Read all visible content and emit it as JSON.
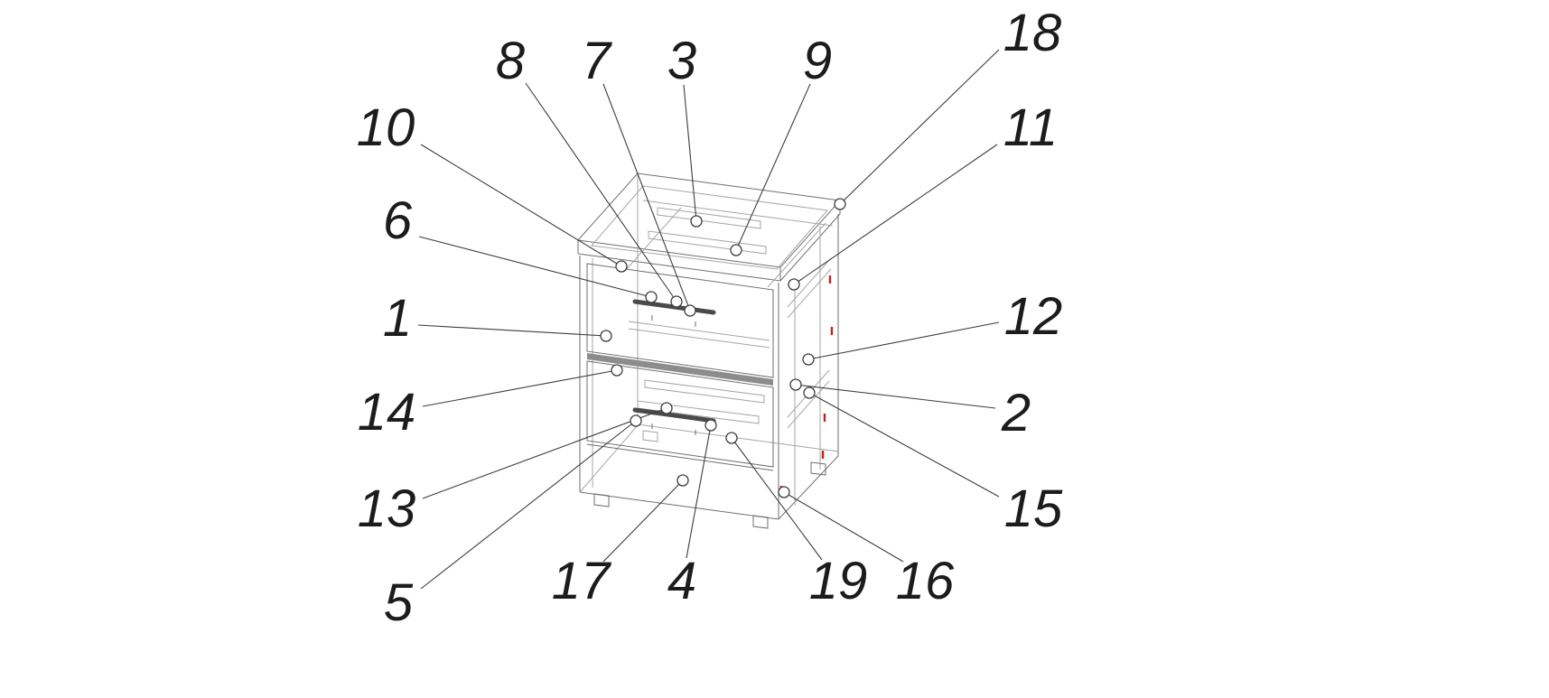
{
  "drawing": {
    "type": "furniture-assembly-diagram",
    "callout_labels": [
      "1",
      "2",
      "3",
      "4",
      "5",
      "6",
      "7",
      "8",
      "9",
      "10",
      "11",
      "12",
      "13",
      "14",
      "15",
      "16",
      "17",
      "18",
      "19"
    ],
    "colors": {
      "line": "#6f6f6f",
      "leader": "#3c3c3c",
      "label_text": "#1c1c1c",
      "fastener_mark_red": "#c22222",
      "background": "#ffffff"
    }
  }
}
